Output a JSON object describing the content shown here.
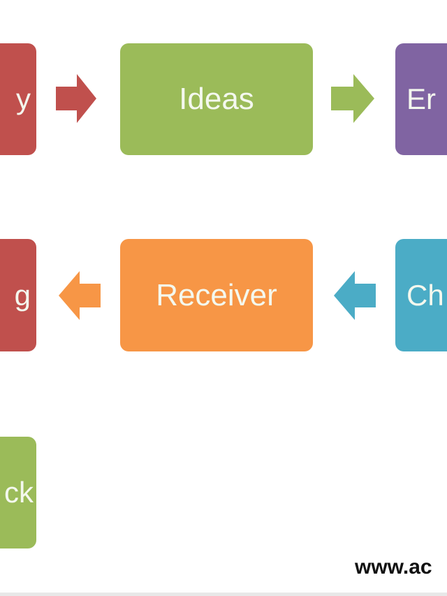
{
  "diagram": {
    "row1": [
      {
        "label": "y",
        "color": "#c0504d"
      },
      {
        "label": "Ideas",
        "color": "#9bbb59"
      },
      {
        "label": "Er",
        "color": "#8064a2"
      }
    ],
    "row2": [
      {
        "label": "g",
        "color": "#c0504d"
      },
      {
        "label": "Receiver",
        "color": "#f79646"
      },
      {
        "label": "Ch",
        "color": "#4bacc6"
      }
    ],
    "row3": [
      {
        "label": "ck",
        "color": "#9bbb59"
      }
    ],
    "arrows": [
      {
        "direction": "right",
        "color": "#c0504d"
      },
      {
        "direction": "right",
        "color": "#9bbb59"
      },
      {
        "direction": "left",
        "color": "#f79646"
      },
      {
        "direction": "left",
        "color": "#4bacc6"
      }
    ]
  },
  "watermark": "www.ac"
}
